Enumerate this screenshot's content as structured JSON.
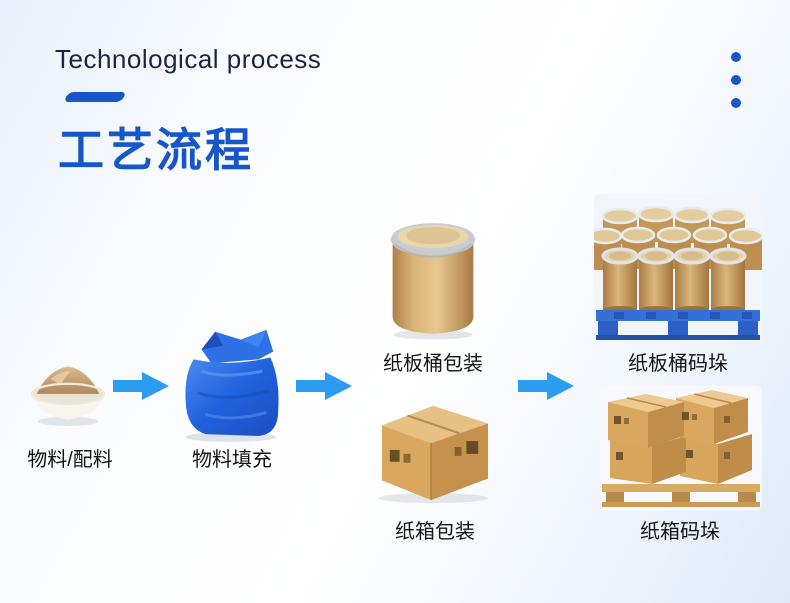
{
  "header": {
    "title_en": "Technological process",
    "title_zh": "工艺流程"
  },
  "decor": {
    "menu_dots_count": 3
  },
  "colors": {
    "accent_blue": "#1656c8",
    "arrow_blue": "#2b9cf2",
    "title_dark": "#1b2540",
    "label_dark": "#141414",
    "kraft_tan": "#d3a567",
    "bag_blue": "#1f61dd",
    "pallet_blue": "#2f6cd8"
  },
  "flow": {
    "steps": [
      {
        "id": "material",
        "label": "物料/配料",
        "icon": "powder-bowl-icon"
      },
      {
        "id": "filling",
        "label": "物料填充",
        "icon": "filled-bag-icon"
      },
      {
        "id": "drum-packaging",
        "label": "纸板桶包装",
        "icon": "fiber-drum-icon"
      },
      {
        "id": "carton-packaging",
        "label": "纸箱包装",
        "icon": "carton-box-icon"
      },
      {
        "id": "drum-palletizing",
        "label": "纸板桶码垛",
        "icon": "drum-pallet-icon"
      },
      {
        "id": "carton-palletizing",
        "label": "纸箱码垛",
        "icon": "carton-pallet-icon"
      }
    ],
    "arrow_count": 3
  }
}
